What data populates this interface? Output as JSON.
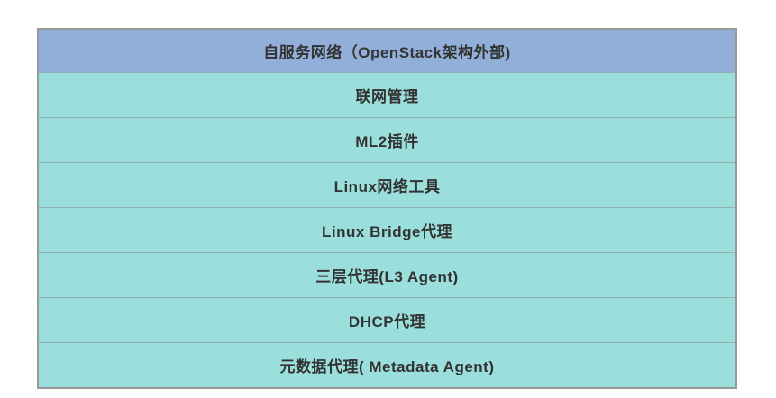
{
  "diagram": {
    "title": "自服务网络（OpenStack架构外部)",
    "rows": [
      {
        "label": "联网管理"
      },
      {
        "label": "ML2插件"
      },
      {
        "label": "Linux网络工具"
      },
      {
        "label": "Linux Bridge代理"
      },
      {
        "label": "三层代理(L3 Agent)"
      },
      {
        "label": "DHCP代理"
      },
      {
        "label": "元数据代理( Metadata Agent)"
      }
    ],
    "colors": {
      "header_bg": "#92AFD9",
      "row_bg": "#9ADFDB",
      "border": "#999999",
      "text": "#333333"
    }
  }
}
